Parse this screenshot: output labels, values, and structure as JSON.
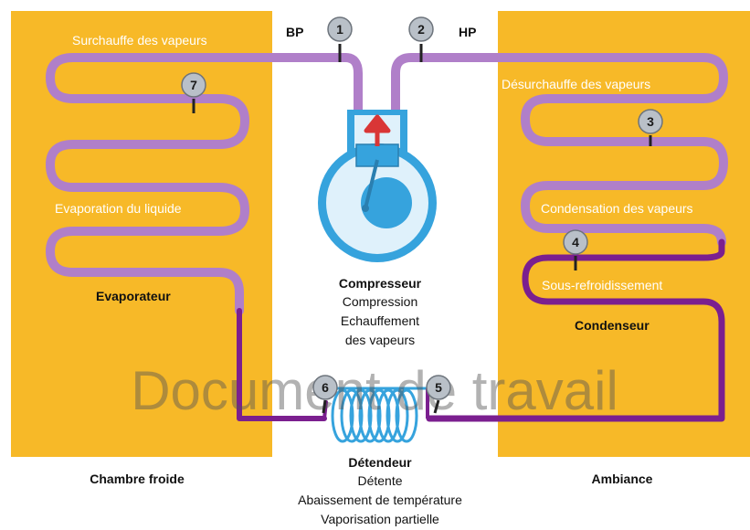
{
  "zones": {
    "left_label": "Chambre froide",
    "right_label": "Ambiance"
  },
  "pressure": {
    "bp": "BP",
    "hp": "HP"
  },
  "points": [
    "1",
    "2",
    "3",
    "4",
    "5",
    "6",
    "7"
  ],
  "evaporator": {
    "title": "Evaporateur",
    "labels": [
      "Surchauffe des vapeurs",
      "Evaporation du liquide"
    ]
  },
  "condenser": {
    "title": "Condenseur",
    "labels": [
      "Désurchauffe des vapeurs",
      "Condensation des vapeurs",
      "Sous-refroidissement"
    ]
  },
  "compressor": {
    "title": "Compresseur",
    "lines": [
      "Compression",
      "Echauffement",
      "des vapeurs"
    ]
  },
  "expansion_valve": {
    "title": "Détendeur",
    "lines": [
      "Détente",
      "Abaissement de température",
      "Vaporisation partielle"
    ]
  },
  "watermark": "Document de travail",
  "colors": {
    "zone": "#f7b928",
    "vapor_pipe": "#b07fc9",
    "liquid_pipe": "#7b1f8f",
    "machine": "#36a3dd",
    "machine_fill": "#dff1fb",
    "piston": "#d93636"
  }
}
